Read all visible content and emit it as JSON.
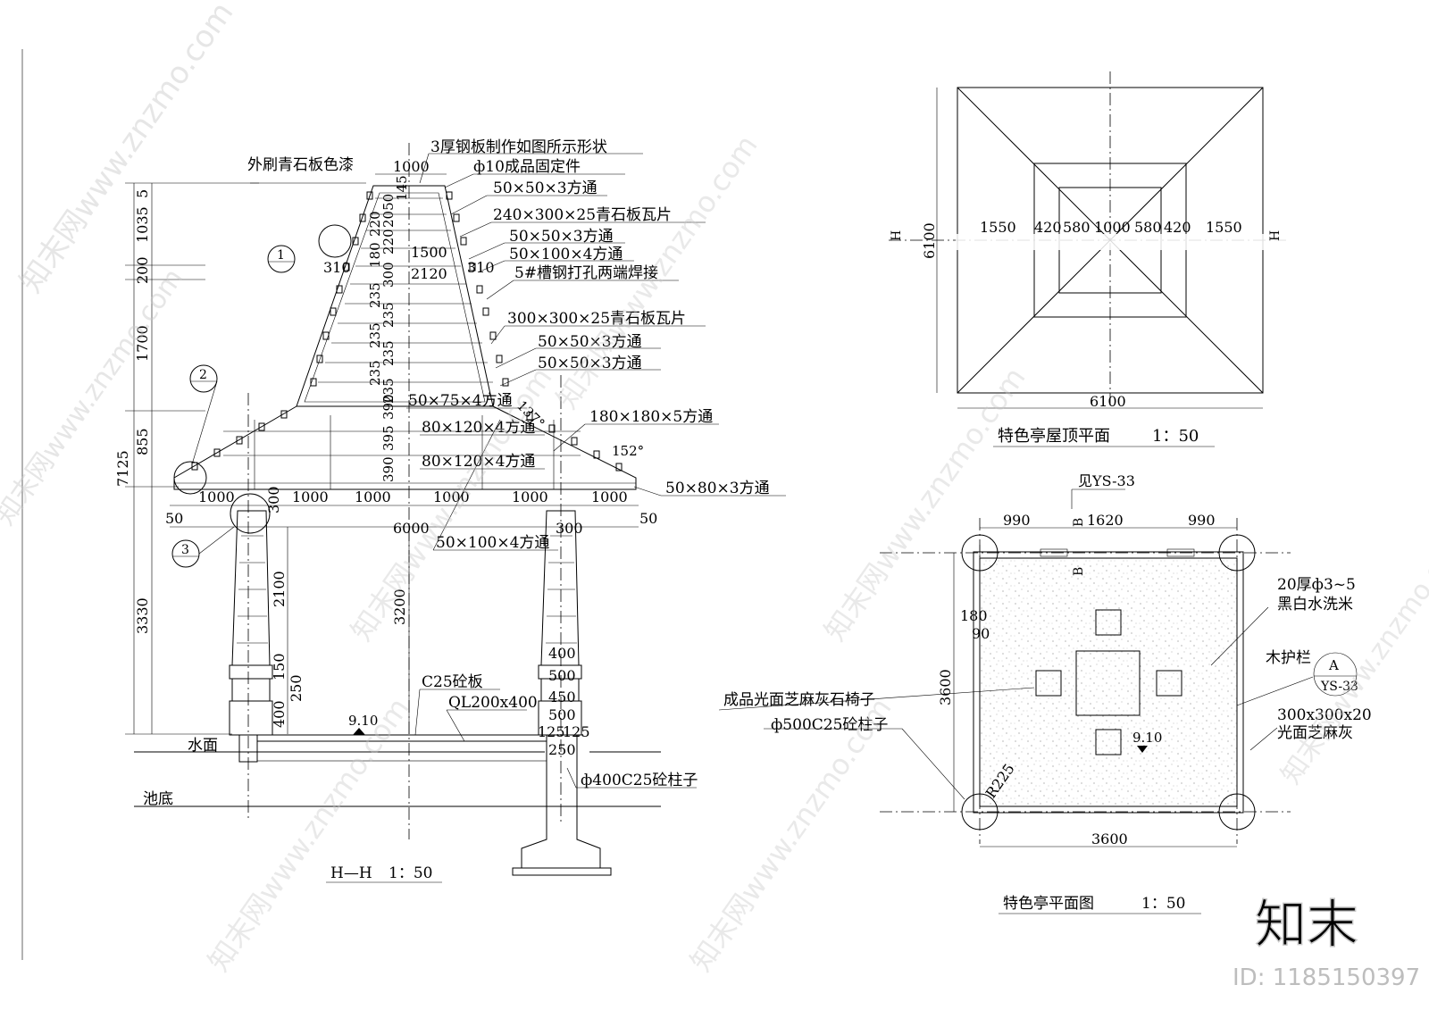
{
  "section": {
    "title": "H—H",
    "scale": "1：50",
    "notes": {
      "paint": "外刷青石板色漆",
      "plate": "3厚钢板制作如图所示形状",
      "fixer": "ф10成品固定件",
      "tube1": "50×50×3方通",
      "tile1": "240×300×25青石板瓦片",
      "tube2": "50×50×3方通",
      "tube3": "50×100×4方通",
      "channel": "5#槽钢打孔两端焊接",
      "tile2": "300×300×25青石板瓦片",
      "tube4": "50×50×3方通",
      "tube5": "50×50×3方通",
      "tube6": "50×75×4方通",
      "tube7": "80×120×4方通",
      "tube8": "180×180×5方通",
      "tube9": "80×120×4方通",
      "tube10": "50×80×3方通",
      "tube11": "50×100×4方通",
      "slab": "C25砼板",
      "beam": "QL200x400",
      "col": "ф400C25砼柱子",
      "water": "水面",
      "bottom": "池底",
      "level": "9.10"
    },
    "dims_left": [
      "5",
      "1035",
      "200",
      "1700",
      "7125",
      "855",
      "3330"
    ],
    "dims_top": [
      "1000",
      "145",
      "2050",
      "220",
      "220",
      "180",
      "300",
      "235",
      "235",
      "235",
      "235",
      "235",
      "235",
      "390",
      "395",
      "390"
    ],
    "dims_mid": [
      "1500",
      "310",
      "2120",
      "310"
    ],
    "dims_eave": [
      "1000",
      "300",
      "1000",
      "1000",
      "1000",
      "1000",
      "1000",
      "50",
      "6000",
      "50",
      "300"
    ],
    "dims_col": [
      "2100",
      "150",
      "250",
      "400",
      "3200",
      "400",
      "500",
      "450",
      "500",
      "125",
      "125",
      "250"
    ],
    "angles": [
      "137°",
      "152°"
    ],
    "markers": [
      "1",
      "2",
      "3"
    ]
  },
  "roof_plan": {
    "title": "特色亭屋顶平面",
    "scale": "1：50",
    "cut": "H",
    "dims_h": [
      "1550",
      "420",
      "580",
      "1000",
      "580",
      "420",
      "1550"
    ],
    "dim_side": "6100",
    "dim_bottom": "6100"
  },
  "floor_plan": {
    "title": "特色亭平面图",
    "scale": "1：50",
    "ref": "见YS-33",
    "cut": "B",
    "dims_top": [
      "990",
      "1620",
      "990"
    ],
    "dims_left": [
      "180",
      "90",
      "3600"
    ],
    "dim_bottom": "3600",
    "radius": "R225",
    "level": "9.10",
    "notes": {
      "finish1": "20厚ф3~5",
      "finish2": "黑白水洗米",
      "rail": "木护栏",
      "seat": "成品光面芝麻灰石椅子",
      "col": "ф500C25砼柱子",
      "stone1": "300x300x20",
      "stone2": "光面芝麻灰"
    },
    "callout_top": "A",
    "callout_bottom": "YS-33"
  },
  "branding": {
    "watermark": "知末网www.znzmo.com",
    "logo": "知末",
    "id": "ID: 1185150397"
  }
}
